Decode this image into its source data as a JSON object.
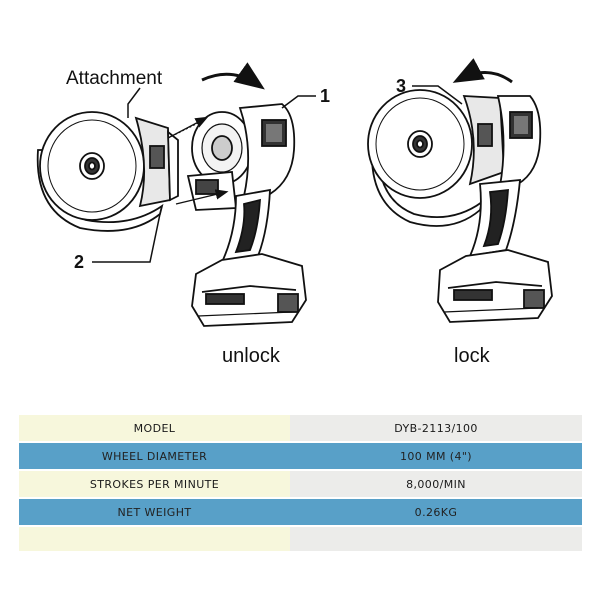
{
  "diagram": {
    "attachment_label": "Attachment",
    "callouts": [
      "1",
      "2",
      "3"
    ],
    "unlock_label": "unlock",
    "lock_label": "lock"
  },
  "specs": {
    "rows": [
      {
        "label": "MODEL",
        "value": "DYB-2113/100"
      },
      {
        "label": "WHEEL DIAMETER",
        "value": "100 MM (4\")"
      },
      {
        "label": "STROKES PER MINUTE",
        "value": "8,000/MIN"
      },
      {
        "label": "NET WEIGHT",
        "value": "0.26KG"
      }
    ]
  },
  "colors": {
    "row_blue": "#58a0c8",
    "row_cream": "#f7f7dc",
    "row_gray": "#ececea"
  }
}
